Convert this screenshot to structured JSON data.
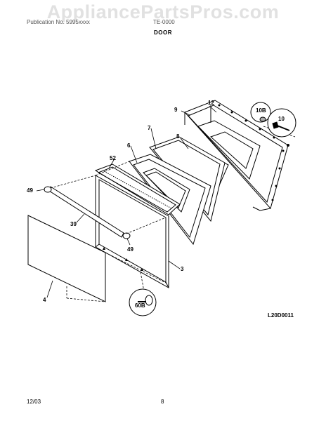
{
  "watermark": "AppliancePartsPros.com",
  "header": {
    "left": "Publication No. 5995xxxx",
    "middle": "TE-0000",
    "title": "DOOR"
  },
  "diagram_code": "L20D0011",
  "footer": {
    "date": "12/03",
    "page": "8"
  },
  "callouts": {
    "c3": "3",
    "c4": "4",
    "c6": "6",
    "c7": "7",
    "c8": "8",
    "c9": "9",
    "c10": "10",
    "c10b": "10B",
    "c12": "12",
    "c39": "39",
    "c49a": "49",
    "c49b": "49",
    "c52": "52",
    "c60b": "60B"
  }
}
